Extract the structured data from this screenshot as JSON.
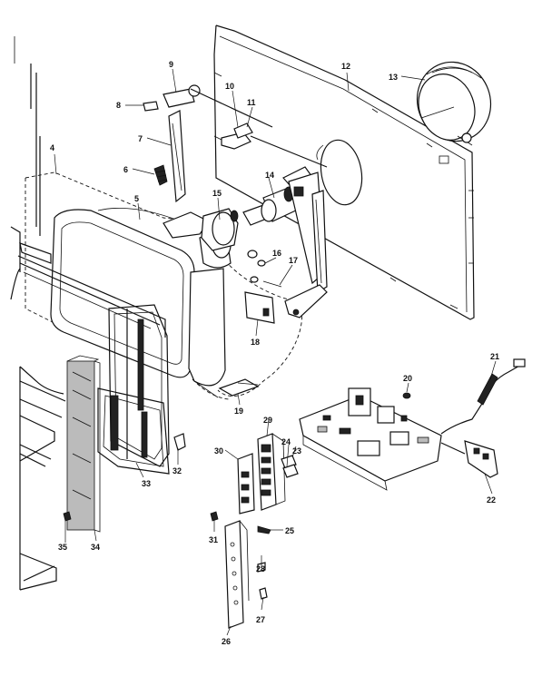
{
  "diagram": {
    "part_numbers": [
      "4",
      "5",
      "6",
      "7",
      "8",
      "9",
      "10",
      "11",
      "12",
      "13",
      "14",
      "15",
      "16",
      "17",
      "18",
      "19",
      "20",
      "21",
      "22",
      "23",
      "24",
      "25",
      "26",
      "27",
      "28",
      "29",
      "30",
      "31",
      "32",
      "33",
      "34",
      "35"
    ],
    "colors": {
      "line": "#111111",
      "background": "#ffffff"
    }
  }
}
